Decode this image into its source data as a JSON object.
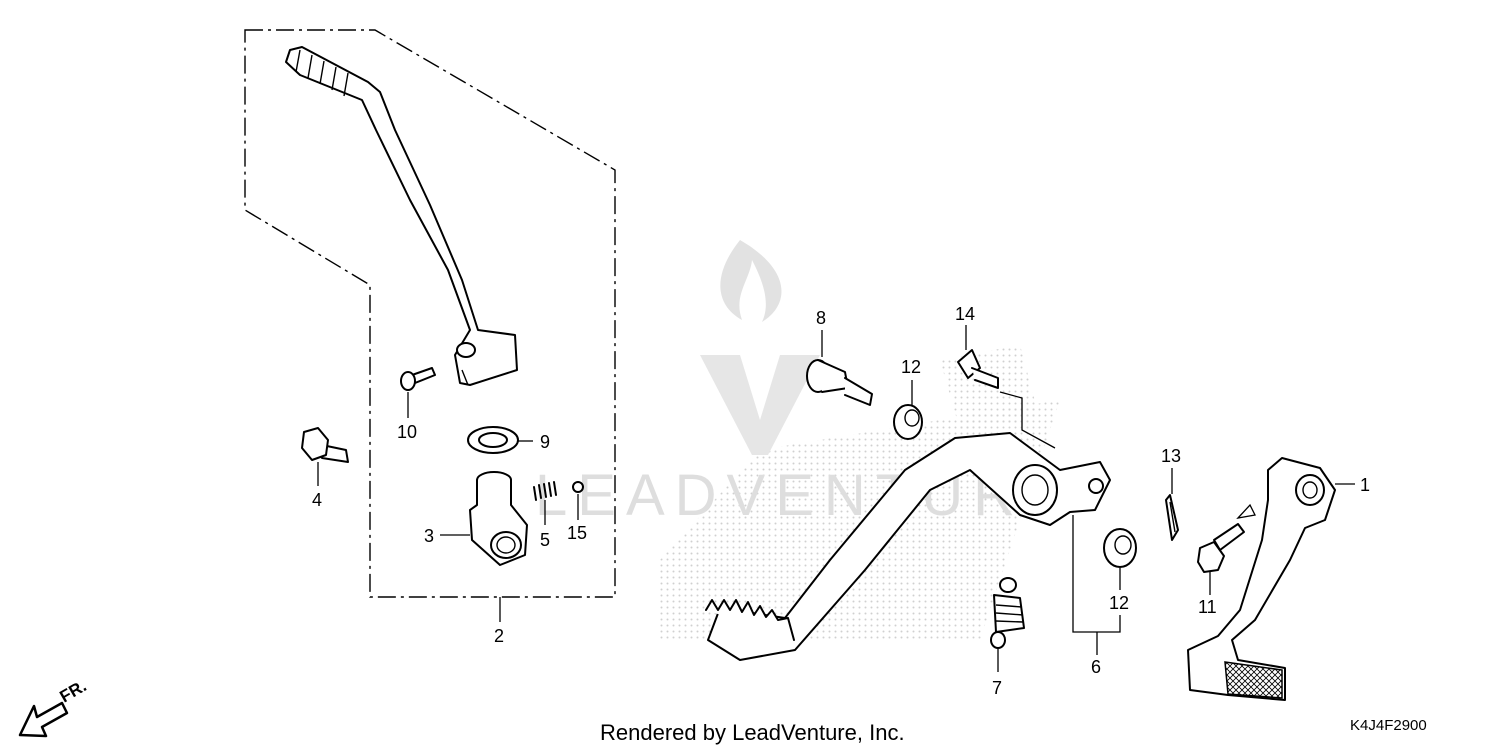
{
  "callouts": {
    "p1": "1",
    "p2": "2",
    "p3": "3",
    "p4": "4",
    "p5": "5",
    "p6": "6",
    "p7": "7",
    "p8": "8",
    "p9": "9",
    "p10": "10",
    "p11": "11",
    "p12a": "12",
    "p12b": "12",
    "p13": "13",
    "p14": "14",
    "p15": "15"
  },
  "footer": {
    "rendered_by": "Rendered by LeadVenture, Inc.",
    "diagram_code": "K4J4F2900"
  },
  "direction": {
    "label": "FR."
  },
  "colors": {
    "line": "#000000",
    "watermark": "#d6d6d6",
    "background": "#ffffff"
  }
}
